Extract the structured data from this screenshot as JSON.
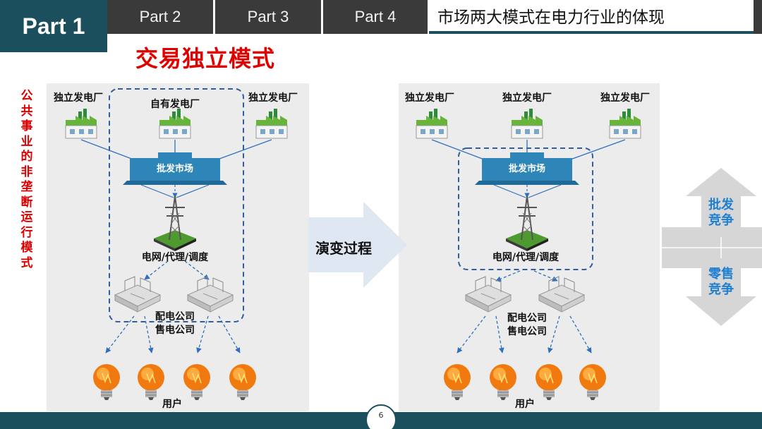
{
  "header": {
    "active_tab": "Part 1",
    "tabs": [
      "Part 2",
      "Part 3",
      "Part 4"
    ],
    "section_title": "市场两大模式在电力行业的体现"
  },
  "slide_title": "交易独立模式",
  "side_label": "公共事业的非垄断运行模式",
  "left_panel": {
    "plant_left": "独立发电厂",
    "plant_center": "自有发电厂",
    "plant_right": "独立发电厂",
    "market": "批发市场",
    "grid": "电网/代理/调度",
    "distribution": "配电公司",
    "retail": "售电公司",
    "users": "用户"
  },
  "evolution_label": "演变过程",
  "right_panel": {
    "plant_left": "独立发电厂",
    "plant_center": "独立发电厂",
    "plant_right": "独立发电厂",
    "market": "批发市场",
    "grid": "电网/代理/调度",
    "distribution": "配电公司",
    "retail": "售电公司",
    "users": "用户"
  },
  "side_arrows": {
    "top": "批发竞争",
    "bottom": "零售竞争"
  },
  "page_number": "6",
  "colors": {
    "teal": "#1b4f5e",
    "tab_gray": "#3a3a3a",
    "red": "#e00000",
    "link_blue": "#2f6fbf",
    "compete_blue": "#1f7fd0"
  }
}
